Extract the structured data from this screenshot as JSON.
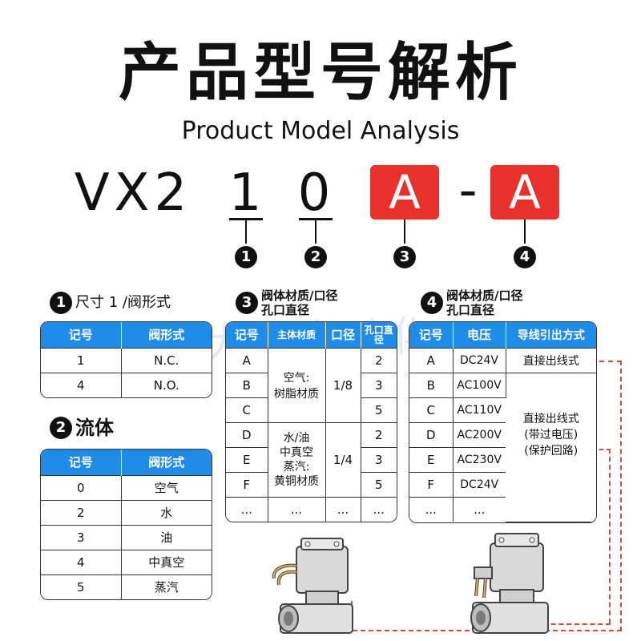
{
  "title": {
    "cn": "产品型号解析",
    "en": "Product Model Analysis"
  },
  "model": {
    "prefix": "VX2",
    "part1": "1",
    "part2": "0",
    "part3": "A",
    "dash": "-",
    "part4": "A",
    "marker1": "1",
    "marker2": "2",
    "marker3": "3",
    "marker4": "4"
  },
  "watermark": "大米自动化",
  "colors": {
    "accent_blue": "#1f8ce8",
    "accent_red": "#e8312a",
    "dash_red": "#d8453a"
  },
  "section1": {
    "num": "1",
    "title": "尺寸 1 /阀形式",
    "headers": [
      "记号",
      "阀形式"
    ],
    "rows": [
      [
        "1",
        "N.C."
      ],
      [
        "4",
        "N.O."
      ]
    ]
  },
  "section2": {
    "num": "2",
    "title": "流体",
    "headers": [
      "记号",
      "阀形式"
    ],
    "rows": [
      [
        "0",
        "空气"
      ],
      [
        "2",
        "水"
      ],
      [
        "3",
        "油"
      ],
      [
        "4",
        "中真空"
      ],
      [
        "5",
        "蒸汽"
      ]
    ]
  },
  "section3": {
    "num": "3",
    "title_line1": "阀体材质/口径",
    "title_line2": "孔口直径",
    "headers": [
      "记号",
      "主体材质",
      "口径",
      "孔口直径"
    ],
    "codes": [
      "A",
      "B",
      "C",
      "D",
      "E",
      "F",
      "..."
    ],
    "material_1": "空气:\n树脂材质",
    "material_2": "水/油\n中真空\n蒸汽:\n黄铜材质",
    "material_3": "...",
    "port_1": "1/8",
    "port_2": "1/4",
    "port_3": "...",
    "orifice": [
      "2",
      "3",
      "5",
      "2",
      "3",
      "5",
      "..."
    ]
  },
  "section4": {
    "num": "4",
    "title_line1": "阀体材质/口径",
    "title_line2": "孔口直径",
    "headers": [
      "记号",
      "电压",
      "导线引出方式"
    ],
    "codes": [
      "A",
      "B",
      "C",
      "D",
      "E",
      "F",
      "..."
    ],
    "voltages": [
      "DC24V",
      "AC100V",
      "AC110V",
      "AC200V",
      "AC230V",
      "DC24V",
      "..."
    ],
    "lead_1": "直接出线式",
    "lead_2": "直接出线式\n(带过电压)\n(保护回路)"
  }
}
